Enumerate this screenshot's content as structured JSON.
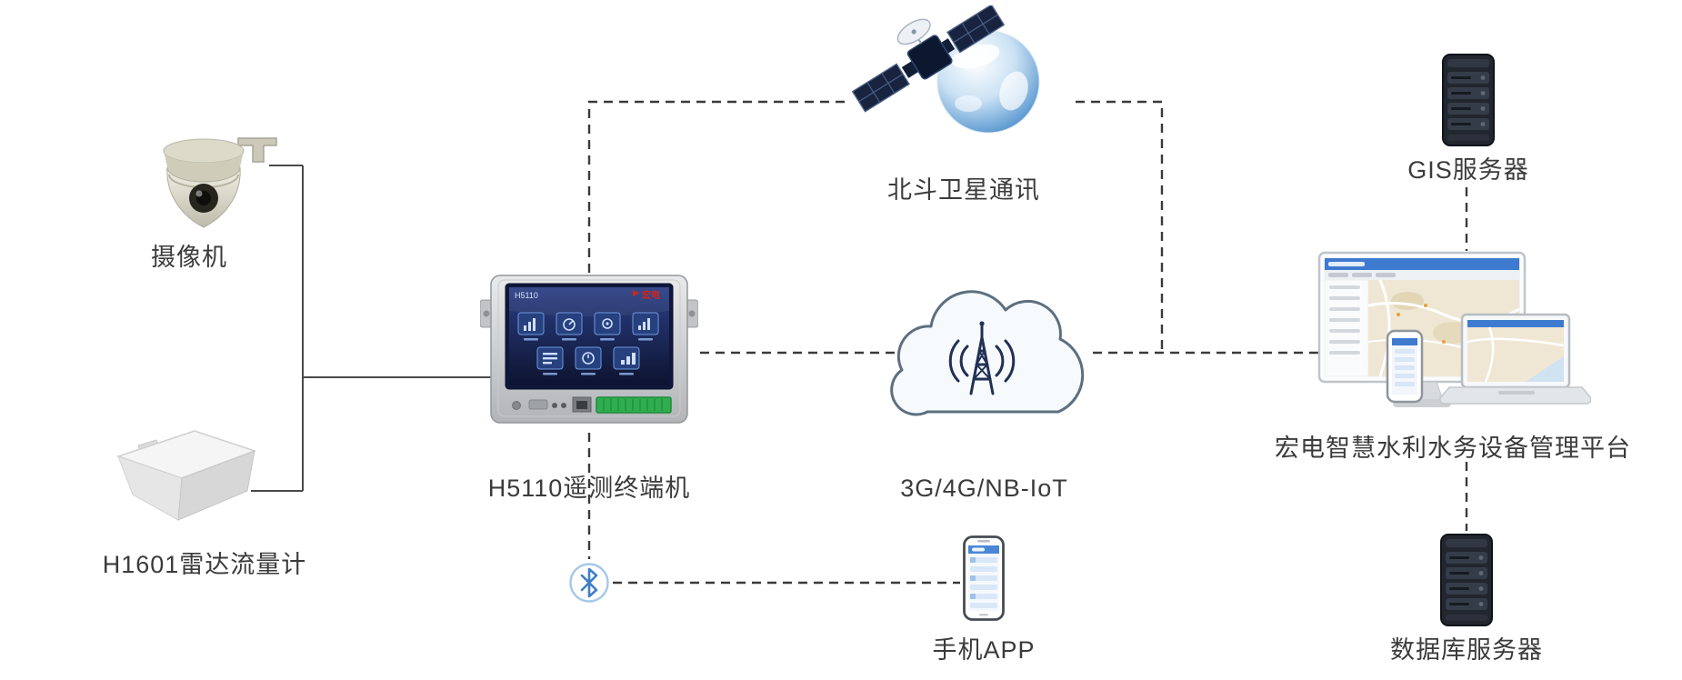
{
  "diagram": {
    "background_color": "#ffffff",
    "line_color": "#3a3a3a",
    "label_color": "#3b3b3b",
    "nodes": {
      "camera": {
        "label": "摄像机",
        "icon": "ptz-dome-camera-icon"
      },
      "radar_flow_meter": {
        "label": "H1601雷达流量计",
        "icon": "radar-flow-meter-icon"
      },
      "rtu_terminal": {
        "label": "H5110遥测终端机",
        "icon": "telemetry-terminal-icon",
        "screen_title": "H5110",
        "brand": "宏电"
      },
      "beidou_satellite": {
        "label": "北斗卫星通讯",
        "icon": "satellite-globe-icon"
      },
      "cellular_network": {
        "label": "3G/4G/NB-IoT",
        "icon": "cloud-signal-tower-icon"
      },
      "bluetooth_link": {
        "icon": "bluetooth-icon"
      },
      "mobile_app": {
        "label": "手机APP",
        "icon": "smartphone-app-icon"
      },
      "gis_server": {
        "label": "GIS服务器",
        "icon": "server-tower-icon"
      },
      "management_platform": {
        "label": "宏电智慧水利水务设备管理平台",
        "icon": "workstation-devices-icon"
      },
      "database_server": {
        "label": "数据库服务器",
        "icon": "server-tower-icon"
      }
    },
    "links": [
      {
        "from": "camera",
        "to": "rtu_terminal",
        "style": "solid"
      },
      {
        "from": "radar_flow_meter",
        "to": "rtu_terminal",
        "style": "solid"
      },
      {
        "from": "rtu_terminal",
        "to": "beidou_satellite",
        "style": "dashed"
      },
      {
        "from": "beidou_satellite",
        "to": "management_platform",
        "style": "dashed"
      },
      {
        "from": "rtu_terminal",
        "to": "cellular_network",
        "style": "dashed"
      },
      {
        "from": "cellular_network",
        "to": "management_platform",
        "style": "dashed"
      },
      {
        "from": "gis_server",
        "to": "management_platform",
        "style": "dashed"
      },
      {
        "from": "management_platform",
        "to": "database_server",
        "style": "dashed"
      },
      {
        "from": "rtu_terminal",
        "to": "bluetooth_link",
        "style": "dashed"
      },
      {
        "from": "bluetooth_link",
        "to": "mobile_app",
        "style": "dashed"
      }
    ],
    "colors": {
      "accent_blue": "#3e7fc6",
      "navy": "#223055",
      "terminal_green": "#2fae4f",
      "brand_red": "#d0251c",
      "globe_blue": "#3f7cb8"
    }
  }
}
